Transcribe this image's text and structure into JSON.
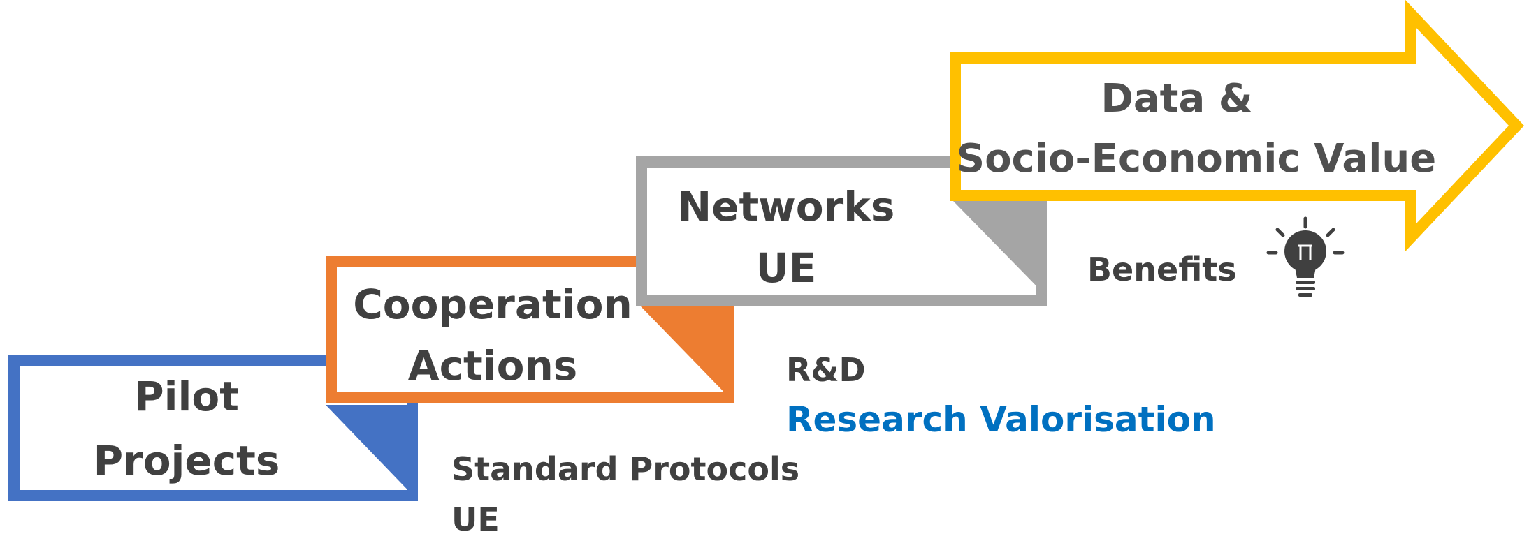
{
  "steps": [
    {
      "line1": "Pilot",
      "line2": "Projects",
      "color": "#4472c4"
    },
    {
      "line1": "Cooperation",
      "line2": "Actions",
      "color": "#ed7d31"
    },
    {
      "line1": "Networks",
      "line2": "UE",
      "color": "#a5a5a5"
    },
    {
      "line1": "Data &",
      "line2": "Socio-Economic Value",
      "color": "#ffc000"
    }
  ],
  "captions": {
    "step1_line1": "Standard Protocols",
    "step1_line2": "UE",
    "step2_line1": "R&D",
    "step2_line2": "Research Valorisation",
    "step3": "Benefits"
  },
  "icons": {
    "benefits": "lightbulb-icon"
  },
  "colors": {
    "text": "#404040",
    "highlight": "#0070c0"
  }
}
